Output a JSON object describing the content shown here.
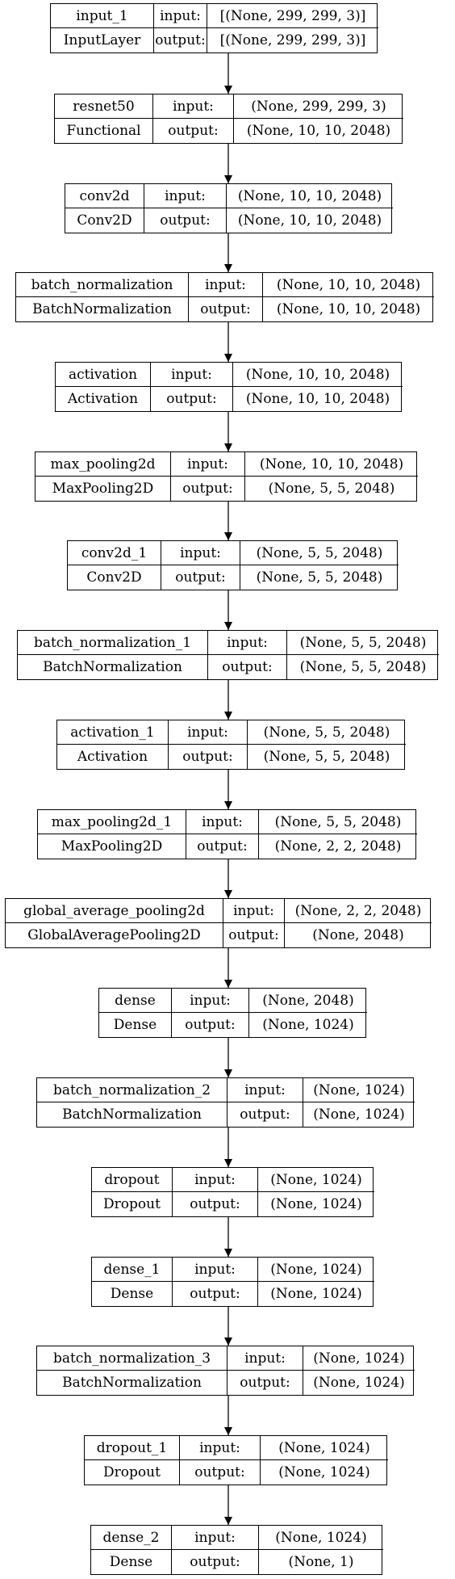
{
  "labels": {
    "input": "input:",
    "output": "output:"
  },
  "layers": [
    {
      "name": "input_1",
      "class": "InputLayer",
      "in": "[(None, 299, 299, 3)]",
      "out": "[(None, 299, 299, 3)]"
    },
    {
      "name": "resnet50",
      "class": "Functional",
      "in": "(None, 299, 299, 3)",
      "out": "(None, 10, 10, 2048)"
    },
    {
      "name": "conv2d",
      "class": "Conv2D",
      "in": "(None, 10, 10, 2048)",
      "out": "(None, 10, 10, 2048)"
    },
    {
      "name": "batch_normalization",
      "class": "BatchNormalization",
      "in": "(None, 10, 10, 2048)",
      "out": "(None, 10, 10, 2048)"
    },
    {
      "name": "activation",
      "class": "Activation",
      "in": "(None, 10, 10, 2048)",
      "out": "(None, 10, 10, 2048)"
    },
    {
      "name": "max_pooling2d",
      "class": "MaxPooling2D",
      "in": "(None, 10, 10, 2048)",
      "out": "(None, 5, 5, 2048)"
    },
    {
      "name": "conv2d_1",
      "class": "Conv2D",
      "in": "(None, 5, 5, 2048)",
      "out": "(None, 5, 5, 2048)"
    },
    {
      "name": "batch_normalization_1",
      "class": "BatchNormalization",
      "in": "(None, 5, 5, 2048)",
      "out": "(None, 5, 5, 2048)"
    },
    {
      "name": "activation_1",
      "class": "Activation",
      "in": "(None, 5, 5, 2048)",
      "out": "(None, 5, 5, 2048)"
    },
    {
      "name": "max_pooling2d_1",
      "class": "MaxPooling2D",
      "in": "(None, 5, 5, 2048)",
      "out": "(None, 2, 2, 2048)"
    },
    {
      "name": "global_average_pooling2d",
      "class": "GlobalAveragePooling2D",
      "in": "(None, 2, 2, 2048)",
      "out": "(None, 2048)"
    },
    {
      "name": "dense",
      "class": "Dense",
      "in": "(None, 2048)",
      "out": "(None, 1024)"
    },
    {
      "name": "batch_normalization_2",
      "class": "BatchNormalization",
      "in": "(None, 1024)",
      "out": "(None, 1024)"
    },
    {
      "name": "dropout",
      "class": "Dropout",
      "in": "(None, 1024)",
      "out": "(None, 1024)"
    },
    {
      "name": "dense_1",
      "class": "Dense",
      "in": "(None, 1024)",
      "out": "(None, 1024)"
    },
    {
      "name": "batch_normalization_3",
      "class": "BatchNormalization",
      "in": "(None, 1024)",
      "out": "(None, 1024)"
    },
    {
      "name": "dropout_1",
      "class": "Dropout",
      "in": "(None, 1024)",
      "out": "(None, 1024)"
    },
    {
      "name": "dense_2",
      "class": "Dense",
      "in": "(None, 1024)",
      "out": "(None, 1)"
    }
  ]
}
